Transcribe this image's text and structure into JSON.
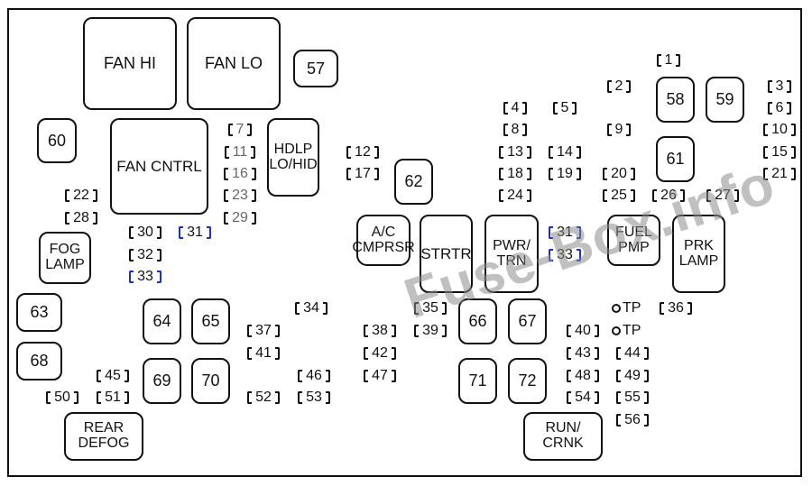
{
  "relays": {
    "fan_hi": "FAN HI",
    "fan_lo": "FAN LO",
    "r57": "57",
    "r60": "60",
    "fan_cntrl": "FAN CNTRL",
    "hdlp_l1": "HDLP",
    "hdlp_l2": "LO/HID",
    "r62": "62",
    "fog_l1": "FOG",
    "fog_l2": "LAMP",
    "ac_l1": "A/C",
    "ac_l2": "CMPRSR",
    "strtr": "STRTR",
    "pwr_l1": "PWR/",
    "pwr_l2": "TRN",
    "fuel_l1": "FUEL",
    "fuel_l2": "PMP",
    "prk_l1": "PRK",
    "prk_l2": "LAMP",
    "r58": "58",
    "r59": "59",
    "r61": "61",
    "r63": "63",
    "r68": "68",
    "r64": "64",
    "r65": "65",
    "r69": "69",
    "r70": "70",
    "r66": "66",
    "r67": "67",
    "r71": "71",
    "r72": "72",
    "rear_l1": "REAR",
    "rear_l2": "DEFOG",
    "run_l1": "RUN/",
    "run_l2": "CRNK"
  },
  "fuses": {
    "f1": "1",
    "f2": "2",
    "f3": "3",
    "f4": "4",
    "f5": "5",
    "f6": "6",
    "f7": "7",
    "f8": "8",
    "f9": "9",
    "f10": "10",
    "f11": "11",
    "f12": "12",
    "f13": "13",
    "f14": "14",
    "f15": "15",
    "f16": "16",
    "f17": "17",
    "f18": "18",
    "f19": "19",
    "f20": "20",
    "f21": "21",
    "f22": "22",
    "f23": "23",
    "f24": "24",
    "f25": "25",
    "f26": "26",
    "f27": "27",
    "f28": "28",
    "f29": "29",
    "f30": "30",
    "f31a": "31",
    "f31b": "31",
    "f32": "32",
    "f33a": "33",
    "f33b": "33",
    "f34": "34",
    "f35": "35",
    "f36": "36",
    "f37": "37",
    "f38": "38",
    "f39": "39",
    "f40": "40",
    "f41": "41",
    "f42": "42",
    "f43": "43",
    "f44": "44",
    "f45": "45",
    "f46": "46",
    "f47": "47",
    "f48": "48",
    "f49": "49",
    "f50": "50",
    "f51": "51",
    "f52": "52",
    "f53": "53",
    "f54": "54",
    "f55": "55",
    "f56": "56"
  },
  "test_points": {
    "tp1": "TP",
    "tp2": "TP"
  },
  "watermark": "Fuse-Box.info",
  "colors": {
    "outline": "#111111",
    "highlight_bracket": "#1a2ed8",
    "watermark": "#8c8c8c"
  }
}
